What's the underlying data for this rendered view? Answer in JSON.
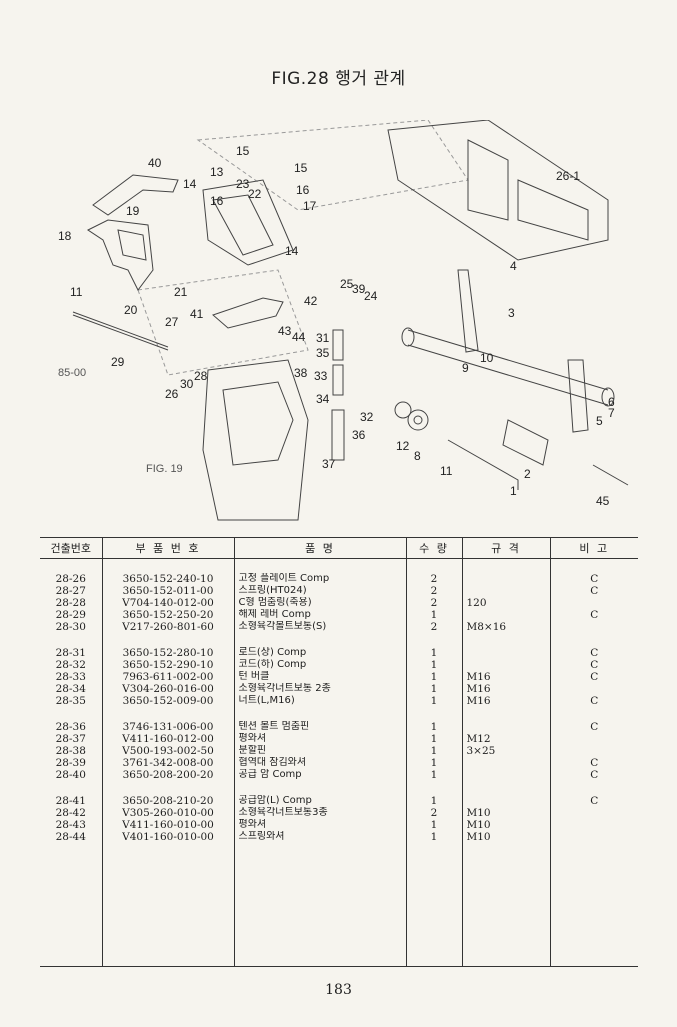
{
  "figure": {
    "title": "FIG.28 행거 관계",
    "fig_ref": "FIG. 19",
    "callouts": [
      "40",
      "13",
      "15",
      "15",
      "14",
      "23",
      "16",
      "16",
      "22",
      "17",
      "19",
      "18",
      "14",
      "21",
      "20",
      "41",
      "42",
      "25",
      "39",
      "24",
      "43",
      "44",
      "31",
      "35",
      "38",
      "33",
      "34",
      "32",
      "36",
      "37",
      "27",
      "29",
      "26",
      "30",
      "28",
      "26-1",
      "4",
      "3",
      "10",
      "9",
      "6",
      "7",
      "5",
      "12",
      "8",
      "11",
      "2",
      "1",
      "45",
      "11",
      "85-00"
    ]
  },
  "table": {
    "headers": [
      "건출번호",
      "부 품 번 호",
      "품 명",
      "수 량",
      "규 격",
      "비 고"
    ],
    "groups": [
      [
        {
          "no": "28-26",
          "part": "3650-152-240-10",
          "name": "고정 플레이트 Comp",
          "qty": "2",
          "spec": "",
          "note": "C"
        },
        {
          "no": "28-27",
          "part": "3650-152-011-00",
          "name": "스프링(HT024)",
          "qty": "2",
          "spec": "",
          "note": "C"
        },
        {
          "no": "28-28",
          "part": "V704-140-012-00",
          "name": "C형 멈춤링(축용)",
          "qty": "2",
          "spec": "120",
          "note": ""
        },
        {
          "no": "28-29",
          "part": "3650-152-250-20",
          "name": "해제 레버 Comp",
          "qty": "1",
          "spec": "",
          "note": "C"
        },
        {
          "no": "28-30",
          "part": "V217-260-801-60",
          "name": "소형육각볼트보통(S)",
          "qty": "2",
          "spec": "M8×16",
          "note": ""
        }
      ],
      [
        {
          "no": "28-31",
          "part": "3650-152-280-10",
          "name": "로드(상) Comp",
          "qty": "1",
          "spec": "",
          "note": "C"
        },
        {
          "no": "28-32",
          "part": "3650-152-290-10",
          "name": "코드(하) Comp",
          "qty": "1",
          "spec": "",
          "note": "C"
        },
        {
          "no": "28-33",
          "part": "7963-611-002-00",
          "name": "턴 버클",
          "qty": "1",
          "spec": "M16",
          "note": "C"
        },
        {
          "no": "28-34",
          "part": "V304-260-016-00",
          "name": "소형육각너트보통 2종",
          "qty": "1",
          "spec": "M16",
          "note": ""
        },
        {
          "no": "28-35",
          "part": "3650-152-009-00",
          "name": "너트(L,M16)",
          "qty": "1",
          "spec": "M16",
          "note": "C"
        }
      ],
      [
        {
          "no": "28-36",
          "part": "3746-131-006-00",
          "name": "텐션 볼트 멈춤핀",
          "qty": "1",
          "spec": "",
          "note": "C"
        },
        {
          "no": "28-37",
          "part": "V411-160-012-00",
          "name": "평와셔",
          "qty": "1",
          "spec": "M12",
          "note": ""
        },
        {
          "no": "28-38",
          "part": "V500-193-002-50",
          "name": "분할핀",
          "qty": "1",
          "spec": "3×25",
          "note": ""
        },
        {
          "no": "28-39",
          "part": "3761-342-008-00",
          "name": "협역대 잠김와셔",
          "qty": "1",
          "spec": "",
          "note": "C"
        },
        {
          "no": "28-40",
          "part": "3650-208-200-20",
          "name": "공급 암 Comp",
          "qty": "1",
          "spec": "",
          "note": "C"
        }
      ],
      [
        {
          "no": "28-41",
          "part": "3650-208-210-20",
          "name": "공급암(L) Comp",
          "qty": "1",
          "spec": "",
          "note": "C"
        },
        {
          "no": "28-42",
          "part": "V305-260-010-00",
          "name": "소형육각너트보통3종",
          "qty": "2",
          "spec": "M10",
          "note": ""
        },
        {
          "no": "28-43",
          "part": "V411-160-010-00",
          "name": "평와셔",
          "qty": "1",
          "spec": "M10",
          "note": ""
        },
        {
          "no": "28-44",
          "part": "V401-160-010-00",
          "name": "스프링와셔",
          "qty": "1",
          "spec": "M10",
          "note": ""
        }
      ]
    ]
  },
  "page_number": "183"
}
